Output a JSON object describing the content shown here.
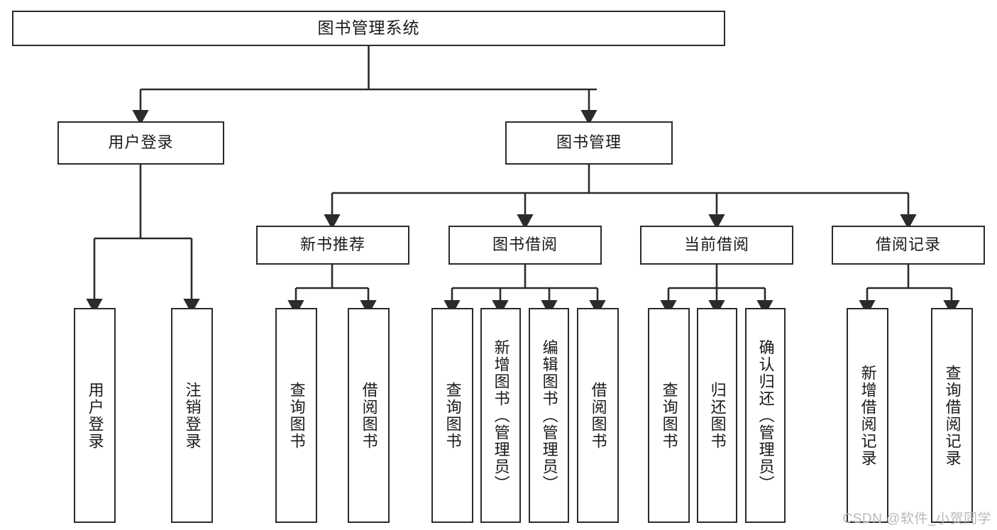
{
  "diagram": {
    "title": "图书管理系统",
    "type": "tree-hierarchy-chart",
    "root": {
      "id": "root",
      "label": "图书管理系统"
    },
    "level2": [
      {
        "id": "user-login",
        "label": "用户登录"
      },
      {
        "id": "book-manage",
        "label": "图书管理"
      }
    ],
    "level3": [
      {
        "id": "new-book-recommend",
        "label": "新书推荐",
        "parent": "book-manage"
      },
      {
        "id": "book-borrow",
        "label": "图书借阅",
        "parent": "book-manage"
      },
      {
        "id": "current-borrow",
        "label": "当前借阅",
        "parent": "book-manage"
      },
      {
        "id": "borrow-record",
        "label": "借阅记录",
        "parent": "book-manage"
      }
    ],
    "leaves": [
      {
        "id": "leaf-user-login",
        "label": "用户登录",
        "parent": "user-login"
      },
      {
        "id": "leaf-logout",
        "label": "注销登录",
        "parent": "user-login"
      },
      {
        "id": "leaf-query-book-1",
        "label": "查询图书",
        "parent": "new-book-recommend"
      },
      {
        "id": "leaf-borrow-book-1",
        "label": "借阅图书",
        "parent": "new-book-recommend"
      },
      {
        "id": "leaf-query-book-2",
        "label": "查询图书",
        "parent": "book-borrow"
      },
      {
        "id": "leaf-add-book",
        "label": "新增图书（管理员）",
        "parent": "book-borrow"
      },
      {
        "id": "leaf-edit-book",
        "label": "编辑图书（管理员）",
        "parent": "book-borrow"
      },
      {
        "id": "leaf-borrow-book-2",
        "label": "借阅图书",
        "parent": "book-borrow"
      },
      {
        "id": "leaf-query-book-3",
        "label": "查询图书",
        "parent": "current-borrow"
      },
      {
        "id": "leaf-return-book",
        "label": "归还图书",
        "parent": "current-borrow"
      },
      {
        "id": "leaf-confirm-return",
        "label": "确认归还（管理员）",
        "parent": "current-borrow"
      },
      {
        "id": "leaf-add-record",
        "label": "新增借阅记录",
        "parent": "borrow-record"
      },
      {
        "id": "leaf-query-record",
        "label": "查询借阅记录",
        "parent": "borrow-record"
      }
    ],
    "colors": {
      "stroke": "#2b2b2b",
      "fill": "#ffffff",
      "text": "#1a1a1a",
      "watermark": "#b9b9b9"
    }
  },
  "watermark": {
    "text": "CSDN @软件_小贺同学"
  }
}
